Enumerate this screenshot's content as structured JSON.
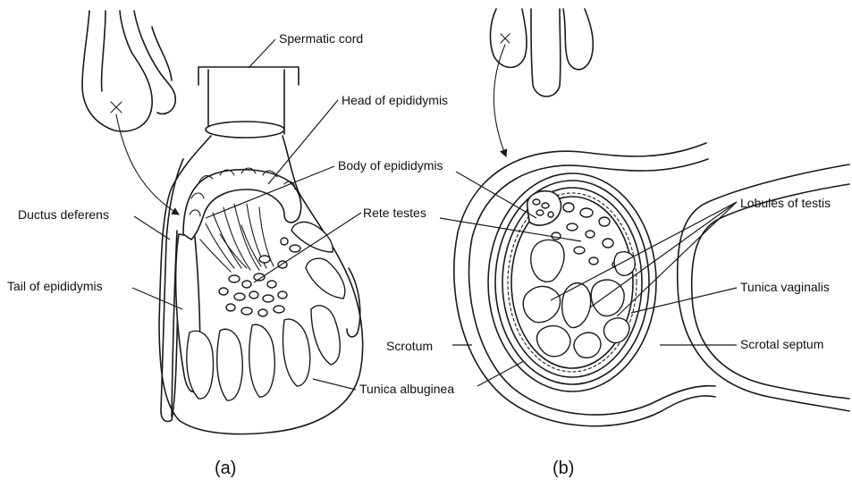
{
  "figure": {
    "panel_a": {
      "caption": "(a)",
      "labels": {
        "spermatic_cord": "Spermatic cord",
        "head_of_epididymis": "Head of epididymis",
        "body_of_epididymis": "Body of epididymis",
        "rete_testes": "Rete testes",
        "ductus_deferens": "Ductus deferens",
        "tail_of_epididymis": "Tail of epididymis",
        "tunica_albuginea": "Tunica albuginea"
      }
    },
    "panel_b": {
      "caption": "(b)",
      "labels": {
        "lobules_of_testis": "Lobules of testis",
        "tunica_vaginalis": "Tunica vaginalis",
        "scrotum": "Scrotum",
        "scrotal_septum": "Scrotal septum"
      }
    }
  }
}
